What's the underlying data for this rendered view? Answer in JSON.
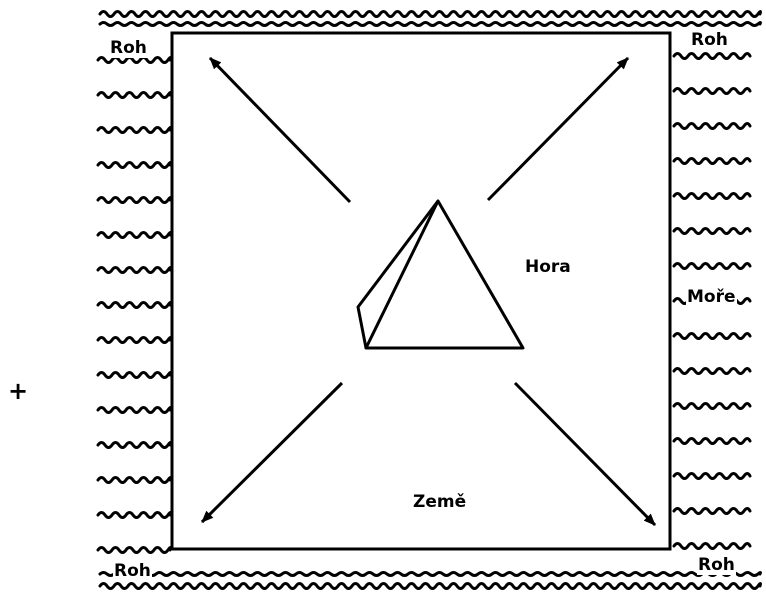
{
  "plus": "+",
  "labels": {
    "corner_top_left": "Roh",
    "corner_top_right": "Roh",
    "corner_bottom_left": "Roh",
    "corner_bottom_right": "Roh",
    "sea": "Moře",
    "mountain": "Hora",
    "land": "Země"
  },
  "colors": {
    "ink": "#000000",
    "background": "#ffffff"
  },
  "icons": [
    "wave-icon",
    "arrow-icon",
    "mountain-icon"
  ]
}
